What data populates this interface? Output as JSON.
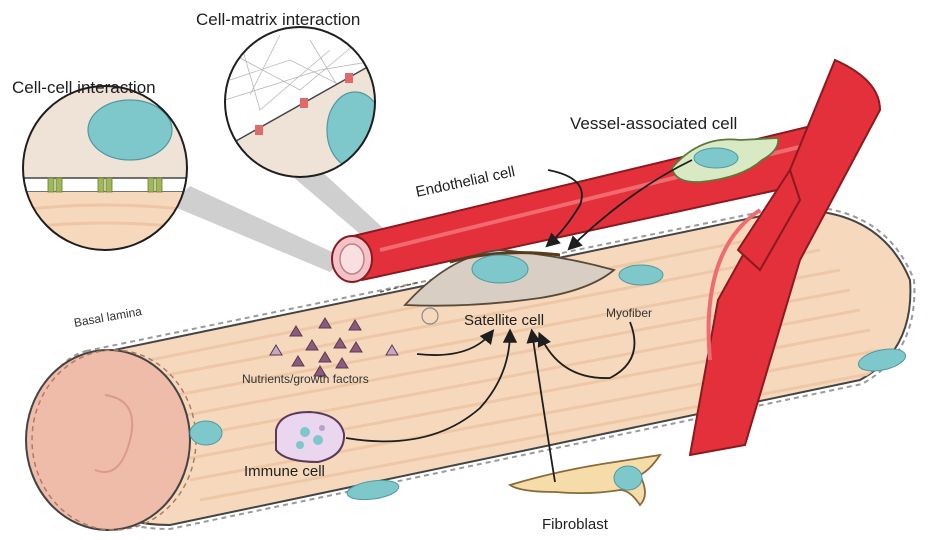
{
  "labels": {
    "cell_matrix": "Cell-matrix interaction",
    "cell_cell": "Cell-cell interaction",
    "vessel_associated": "Vessel-associated cell",
    "endothelial": "Endothelial cell",
    "basal_lamina": "Basal lamina",
    "satellite": "Satellite cell",
    "myofiber": "Myofiber",
    "nutrients": "Nutrients/growth factors",
    "immune": "Immune cell",
    "fibroblast": "Fibroblast"
  },
  "colors": {
    "myofiber_fill": "#f6d9bd",
    "myofiber_end": "#efbcaa",
    "vessel_red": "#e4303a",
    "nucleus_teal": "#7ec7cb",
    "satellite_fill": "#d9cec4",
    "vessel_assoc_fill": "#d9e9c4",
    "fibroblast_fill": "#f6dca8",
    "immune_fill": "#ead6ee",
    "growth_factor": "#8b5a7c",
    "basal_lamina": "#888888"
  }
}
